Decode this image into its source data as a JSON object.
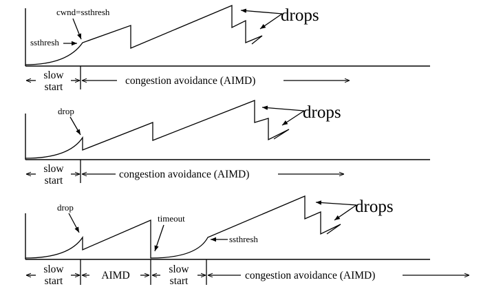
{
  "panel1": {
    "cwnd_label": "cwnd=ssthresh",
    "ssthresh_label": "ssthresh",
    "drops_label": "drops",
    "phase_slow_line1": "slow",
    "phase_slow_line2": "start",
    "phase_ca": "congestion avoidance (AIMD)"
  },
  "panel2": {
    "drop_label": "drop",
    "drops_label": "drops",
    "phase_slow_line1": "slow",
    "phase_slow_line2": "start",
    "phase_ca": "congestion avoidance (AIMD)"
  },
  "panel3": {
    "drop_label": "drop",
    "timeout_label": "timeout",
    "ssthresh_label": "ssthresh",
    "drops_label": "drops",
    "phase_slow1_line1": "slow",
    "phase_slow1_line2": "start",
    "phase_aimd": "AIMD",
    "phase_slow2_line1": "slow",
    "phase_slow2_line2": "start",
    "phase_ca": "congestion avoidance (AIMD)"
  }
}
